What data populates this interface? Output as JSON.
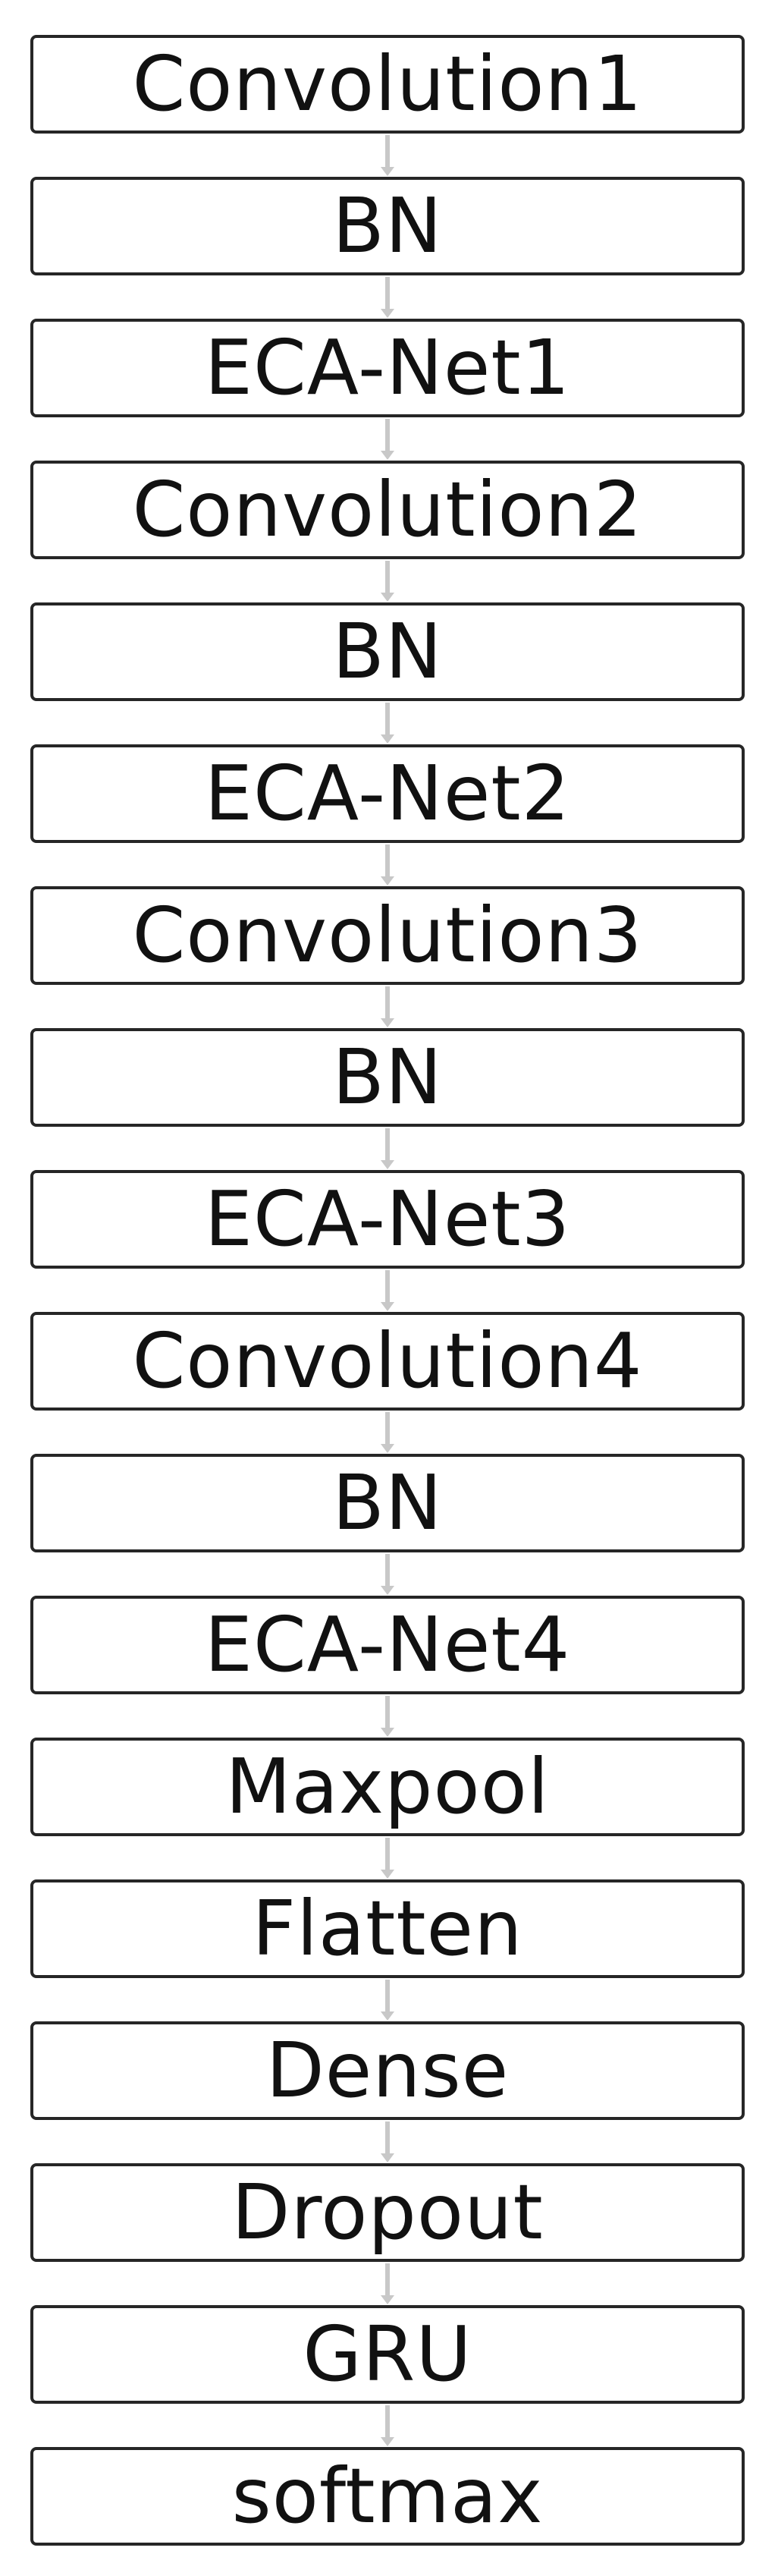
{
  "layers": [
    {
      "label": "Convolution1"
    },
    {
      "label": "BN"
    },
    {
      "label": "ECA-Net1"
    },
    {
      "label": "Convolution2"
    },
    {
      "label": "BN"
    },
    {
      "label": "ECA-Net2"
    },
    {
      "label": "Convolution3"
    },
    {
      "label": "BN"
    },
    {
      "label": "ECA-Net3"
    },
    {
      "label": "Convolution4"
    },
    {
      "label": "BN"
    },
    {
      "label": "ECA-Net4"
    },
    {
      "label": "Maxpool"
    },
    {
      "label": "Flatten"
    },
    {
      "label": "Dense"
    },
    {
      "label": "Dropout"
    },
    {
      "label": "GRU"
    },
    {
      "label": "softmax"
    }
  ],
  "colors": {
    "box_border": "#262626",
    "box_fill": "#ffffff",
    "text": "#111111",
    "arrow": "#c8c8c8"
  }
}
